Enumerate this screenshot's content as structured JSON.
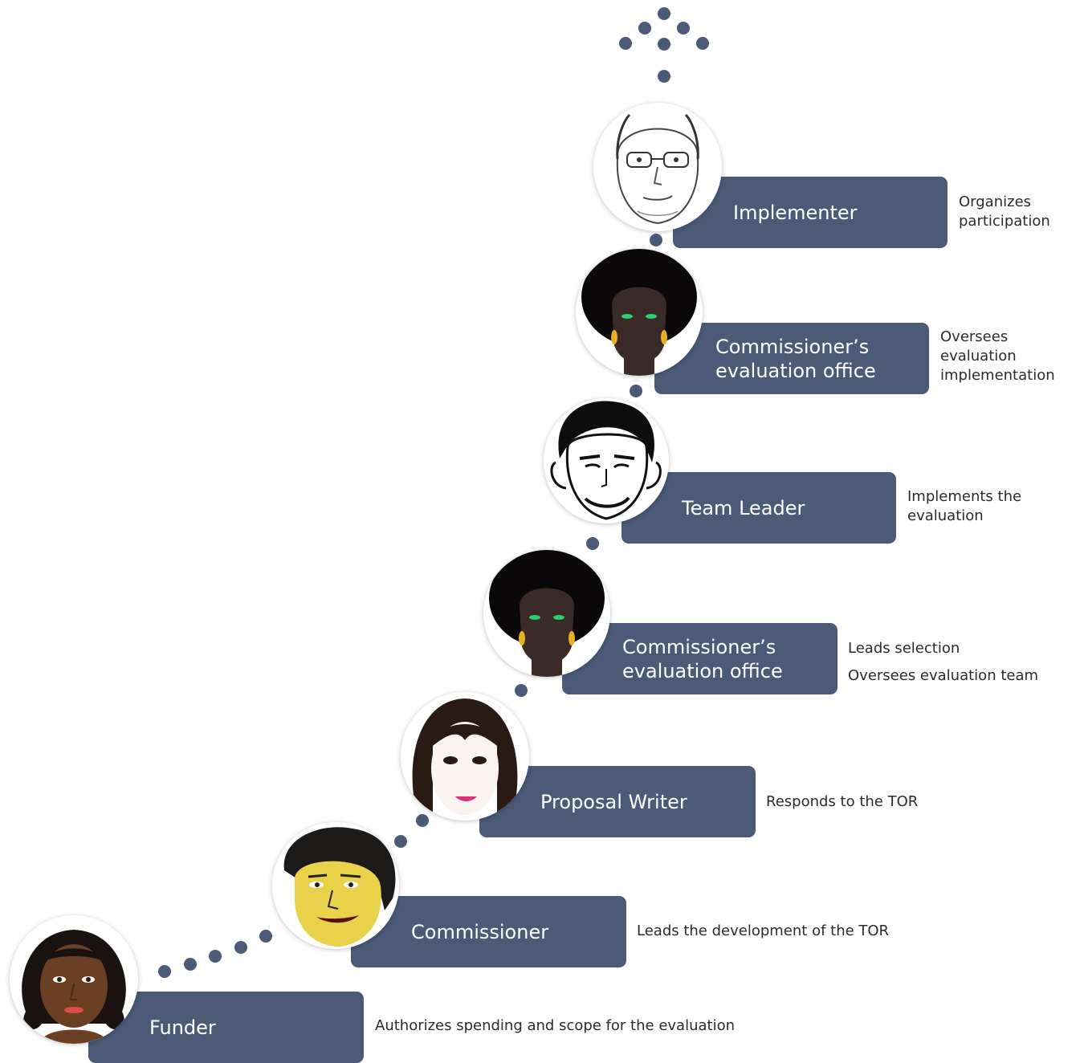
{
  "colors": {
    "bar": "#4a5a77",
    "dot": "#4a5a77",
    "bar_text": "#ffffff",
    "desc_text": "#2b2b2b"
  },
  "steps": [
    {
      "role": "Funder",
      "description": [
        "Authorizes spending and scope for the evaluation"
      ],
      "avatar_icon": "funder-face-icon"
    },
    {
      "role": "Commissioner",
      "description": [
        "Leads the development of the TOR"
      ],
      "avatar_icon": "commissioner-face-icon"
    },
    {
      "role": "Proposal Writer",
      "description": [
        "Responds to the TOR"
      ],
      "avatar_icon": "proposal-writer-face-icon"
    },
    {
      "role_lines": [
        "Commissioner’s",
        "evaluation office"
      ],
      "description": [
        "Leads selection",
        "Oversees evaluation team"
      ],
      "avatar_icon": "evaluation-office-face-icon"
    },
    {
      "role": "Team Leader",
      "description": [
        "Implements the",
        "evaluation"
      ],
      "avatar_icon": "team-leader-face-icon"
    },
    {
      "role_lines": [
        "Commissioner’s",
        "evaluation office"
      ],
      "description": [
        "Oversees",
        "evaluation",
        "implementation"
      ],
      "avatar_icon": "evaluation-office-face-icon"
    },
    {
      "role": "Implementer",
      "description": [
        "Organizes",
        "participation"
      ],
      "avatar_icon": "implementer-face-icon"
    }
  ]
}
